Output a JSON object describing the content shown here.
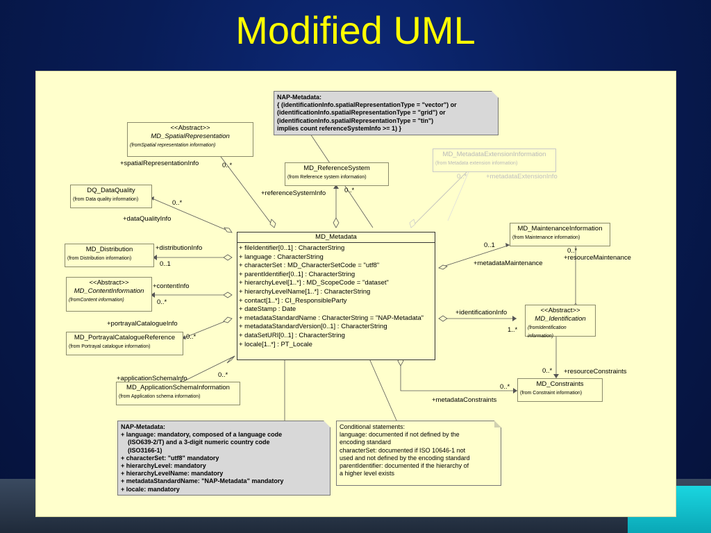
{
  "slide_title": "Modified UML",
  "classes": {
    "spatial": {
      "stereotype": "<<Abstract>>",
      "name": "MD_SpatialRepresentation",
      "from": "(fromSpatial representation information)"
    },
    "refsys": {
      "name": "MD_ReferenceSystem",
      "from": "(from Reference system information)"
    },
    "dataquality": {
      "name": "DQ_DataQuality",
      "from": "(from Data quality information)"
    },
    "distribution": {
      "name": "MD_Distribution",
      "from": "(from Distribution information)"
    },
    "content": {
      "stereotype": "<<Abstract>>",
      "name": "MD_ContentInformation",
      "from": "(fromContent information)"
    },
    "portrayal": {
      "name": "MD_PortrayalCatalogueReference",
      "from": "(from Portrayal catalogue information)"
    },
    "appschema": {
      "name": "MD_ApplicationSchemaInformation",
      "from": "(from Application schema information)"
    },
    "extension": {
      "name": "MD_MetadataExtensionInformation",
      "from": "(from Metadata extension information)"
    },
    "maintenance": {
      "name": "MD_MaintenanceInformation",
      "from": "(from Maintenance information)"
    },
    "identification": {
      "stereotype": "<<Abstract>>",
      "name": "MD_Identification",
      "from": "(fromIdentification information)"
    },
    "constraints": {
      "name": "MD_Constraints",
      "from": "(from Constraint information)"
    }
  },
  "md_metadata": {
    "name": "MD_Metadata",
    "attributes": [
      "+ fileIdentifier[0..1] : CharacterString",
      "+ language : CharacterString",
      "+ characterSet : MD_CharacterSetCode = \"utf8\"",
      "+ parentIdentifier[0..1] : CharacterString",
      "+ hierarchyLevel[1..*] : MD_ScopeCode = \"dataset\"",
      "+ hierarchyLevelName[1..*] : CharacterString",
      "+ contact[1..*] : CI_ResponsibleParty",
      "+ dateStamp : Date",
      "+ metadataStandardName : CharacterString = \"NAP-Metadata\"",
      "+ metadataStandardVersion[0..1] : CharacterString",
      "+ dataSetURI[0..1] : CharacterString",
      "+ locale[1..*] : PT_Locale"
    ]
  },
  "roles": {
    "spatialRepresentationInfo": "+spatialRepresentationInfo",
    "spatial_mult": "0..*",
    "referenceSystemInfo": "+referenceSystemInfo",
    "refsys_mult": "0..*",
    "dataquality_mult": "0..*",
    "dataQualityInfo": "+dataQualityInfo",
    "distributionInfo": "+distributionInfo",
    "distribution_mult": "0..1",
    "contentInfo": "+contentInfo",
    "content_mult": "0..*",
    "portrayalCatalogueInfo": "+portrayalCatalogueInfo",
    "portrayal_mult": "0..*",
    "applicationSchemaInfo": "+applicationSchemaInfo",
    "appschema_mult": "0..*",
    "extension_mult": "0..*",
    "metadataExtensionInfo": "+metadataExtensionInfo",
    "maint_left_mult": "0..1",
    "metadataMaintenance": "+metadataMaintenance",
    "maint_right_mult": "0..*",
    "resourceMaintenance": "+resourceMaintenance",
    "identificationInfo": "+identificationInfo",
    "ident_mult": "1..*",
    "constraints_top_mult": "0..*",
    "resourceConstraints": "+resourceConstraints",
    "constraints_left_mult": "0..*",
    "metadataConstraints": "+metadataConstraints"
  },
  "notes": {
    "top": [
      "NAP-Metadata:",
      "{ (identificationInfo.spatialRepresentationType = \"vector\") or",
      "(identificationInfo.spatialRepresentationType = \"grid\") or",
      "(identificationInfo.spatialRepresentationType = \"tin\")",
      "implies count referenceSystemInfo >= 1) }"
    ],
    "bottom_left": [
      "NAP-Metadata:",
      "+ language: mandatory, composed of a language code",
      "    (ISO639-2/T) and a 3-digit numeric country code",
      "    (ISO3166-1)",
      "+ characterSet: \"utf8\" mandatory",
      "+ hierarchyLevel: mandatory",
      "+ hierarchyLevelName: mandatory",
      "+ metadataStandardName: \"NAP-Metadata\" mandatory",
      "+ locale: mandatory"
    ],
    "bottom_right": [
      "Conditional statements:",
      "language: documented if not defined by the",
      "encoding standard",
      "characterSet: documented if ISO 10646-1 not",
      "used and not defined by the encoding standard",
      "parentIdentifier: documented if the hierarchy of",
      "a higher level exists"
    ]
  },
  "colors": {
    "title": "#ffff00",
    "canvas": "#ffffcc",
    "note_gray": "#d8d8d8"
  }
}
